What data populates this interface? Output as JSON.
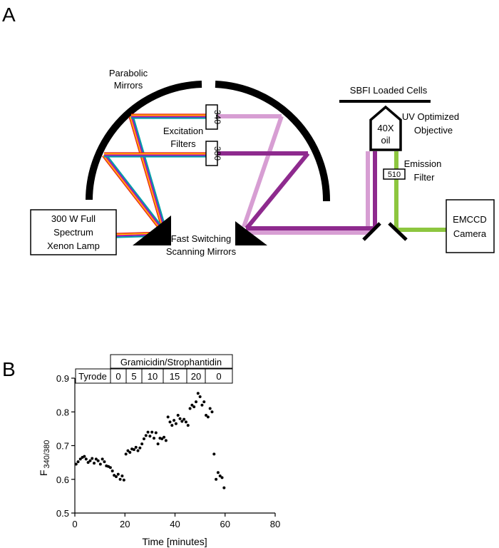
{
  "panel_a": {
    "label": "A",
    "parabolic_mirrors": "Parabolic Mirrors",
    "parabolic_line1": "Parabolic",
    "parabolic_line2": "Mirrors",
    "excitation_line1": "Excitation",
    "excitation_line2": "Filters",
    "filter_340": "340",
    "filter_380": "380",
    "lamp_line1": "300 W Full",
    "lamp_line2": "Spectrum",
    "lamp_line3": "Xenon Lamp",
    "scanning_line1": "Fast Switching",
    "scanning_line2": "Scanning Mirrors",
    "cells_label": "SBFI Loaded Cells",
    "objective_mag": "40X",
    "objective_medium": "oil",
    "objective_line1": "UV Optimized",
    "objective_line2": "Objective",
    "emission_filter_value": "510",
    "emission_line1": "Emission",
    "emission_line2": "Filter",
    "camera_line1": "EMCCD",
    "camera_line2": "Camera",
    "colors": {
      "beam_340": "#d79ed3",
      "beam_380": "#8e2a8e",
      "emission": "#8dc63f",
      "spectrum": [
        "#e31a1c",
        "#ff7f00",
        "#ffd700",
        "#ec008c",
        "#7b2fbe",
        "#1f78b4",
        "#00a6a6"
      ]
    }
  },
  "panel_b": {
    "label": "B",
    "header_top": "Gramicidin/Strophantidin",
    "header_cells": [
      "Tyrode",
      "0",
      "5",
      "10",
      "15",
      "20",
      "0"
    ]
  },
  "chart_data": {
    "type": "scatter",
    "title": "",
    "xlabel": "Time [minutes]",
    "ylabel": "F",
    "ylabel_sub": "340/380",
    "xlim": [
      0,
      80
    ],
    "ylim": [
      0.5,
      0.9
    ],
    "xticks": [
      0,
      20,
      40,
      60,
      80
    ],
    "yticks": [
      0.5,
      0.6,
      0.7,
      0.8,
      0.9
    ],
    "ytick_labels": [
      "0.5",
      "0.6",
      "0.7",
      "0.8",
      "0.9"
    ],
    "grid": false,
    "point_color": "#000000",
    "x": [
      0.5,
      1.3,
      2.2,
      3.0,
      3.8,
      4.5,
      5.3,
      6.1,
      6.9,
      7.7,
      8.5,
      9.3,
      10.2,
      11.0,
      11.8,
      12.6,
      13.4,
      14.2,
      15.0,
      15.7,
      16.5,
      17.3,
      18.1,
      18.9,
      19.6,
      20.4,
      21.2,
      22.0,
      22.8,
      23.6,
      24.4,
      25.2,
      26.0,
      26.8,
      27.6,
      28.4,
      29.2,
      30.0,
      30.8,
      31.6,
      32.4,
      33.2,
      34.0,
      34.8,
      35.6,
      36.4,
      37.2,
      38.0,
      38.8,
      39.6,
      40.4,
      41.2,
      42.0,
      42.8,
      43.6,
      44.4,
      45.2,
      46.0,
      46.8,
      47.6,
      48.4,
      49.2,
      50.0,
      50.8,
      51.6,
      52.4,
      53.2,
      54.0,
      54.8,
      55.6,
      56.4,
      57.2,
      58.0,
      58.8,
      59.6
    ],
    "y": [
      0.645,
      0.652,
      0.66,
      0.665,
      0.668,
      0.66,
      0.65,
      0.655,
      0.662,
      0.648,
      0.66,
      0.655,
      0.645,
      0.66,
      0.652,
      0.64,
      0.638,
      0.635,
      0.625,
      0.612,
      0.608,
      0.615,
      0.6,
      0.61,
      0.598,
      0.675,
      0.685,
      0.68,
      0.69,
      0.688,
      0.695,
      0.685,
      0.693,
      0.705,
      0.72,
      0.73,
      0.74,
      0.728,
      0.74,
      0.722,
      0.738,
      0.705,
      0.722,
      0.72,
      0.725,
      0.715,
      0.785,
      0.77,
      0.76,
      0.775,
      0.765,
      0.79,
      0.78,
      0.772,
      0.778,
      0.77,
      0.76,
      0.81,
      0.82,
      0.815,
      0.83,
      0.855,
      0.845,
      0.82,
      0.83,
      0.79,
      0.785,
      0.81,
      0.8,
      0.675,
      0.6,
      0.62,
      0.61,
      0.605,
      0.575
    ]
  }
}
